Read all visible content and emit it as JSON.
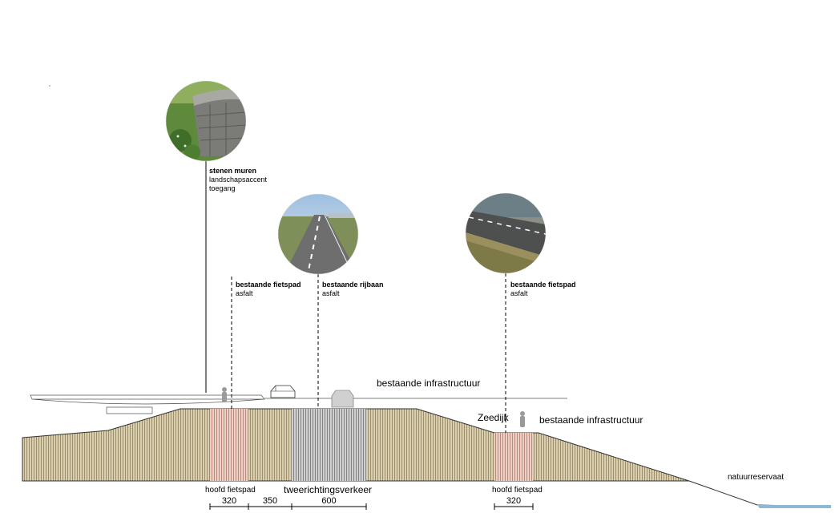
{
  "callouts": {
    "stenen_muren": {
      "title": "stenen muren",
      "line1": "landschapsaccent",
      "line2": "toegang"
    },
    "fietspad_left": {
      "title": "bestaande fietspad",
      "line1": "asfalt"
    },
    "rijbaan": {
      "title": "bestaande rijbaan",
      "line1": "asfalt"
    },
    "fietspad_right": {
      "title": "bestaande fietspad",
      "line1": "asfalt"
    }
  },
  "section_labels": {
    "infra_top": "bestaande infrastructuur",
    "infra_right": "bestaande infrastructuur",
    "zeedijk": "Zeedijk",
    "natuurreservaat": "natuurreservaat"
  },
  "bottom_labels": {
    "hoofd_fietspad_left": "hoofd fietspad",
    "tweerichtingsverkeer": "tweerichtingsverkeer",
    "hoofd_fietspad_right": "hoofd fietspad"
  },
  "dimensions": {
    "d1": "320",
    "d2": "350",
    "d3": "600",
    "d4": "320"
  },
  "colors": {
    "dike_fill": "#d9cfae",
    "dike_hatch": "#8c7e5a",
    "bike_fill": "#e3c2b4",
    "bike_hatch": "#b07566",
    "road_fill": "#c9c9c9",
    "road_hatch": "#6f6f6f",
    "water": "#8db7d6"
  },
  "photos": {
    "stone_wall": "stone-wall-photo",
    "road": "road-photo",
    "dike_path": "dike-path-photo"
  }
}
